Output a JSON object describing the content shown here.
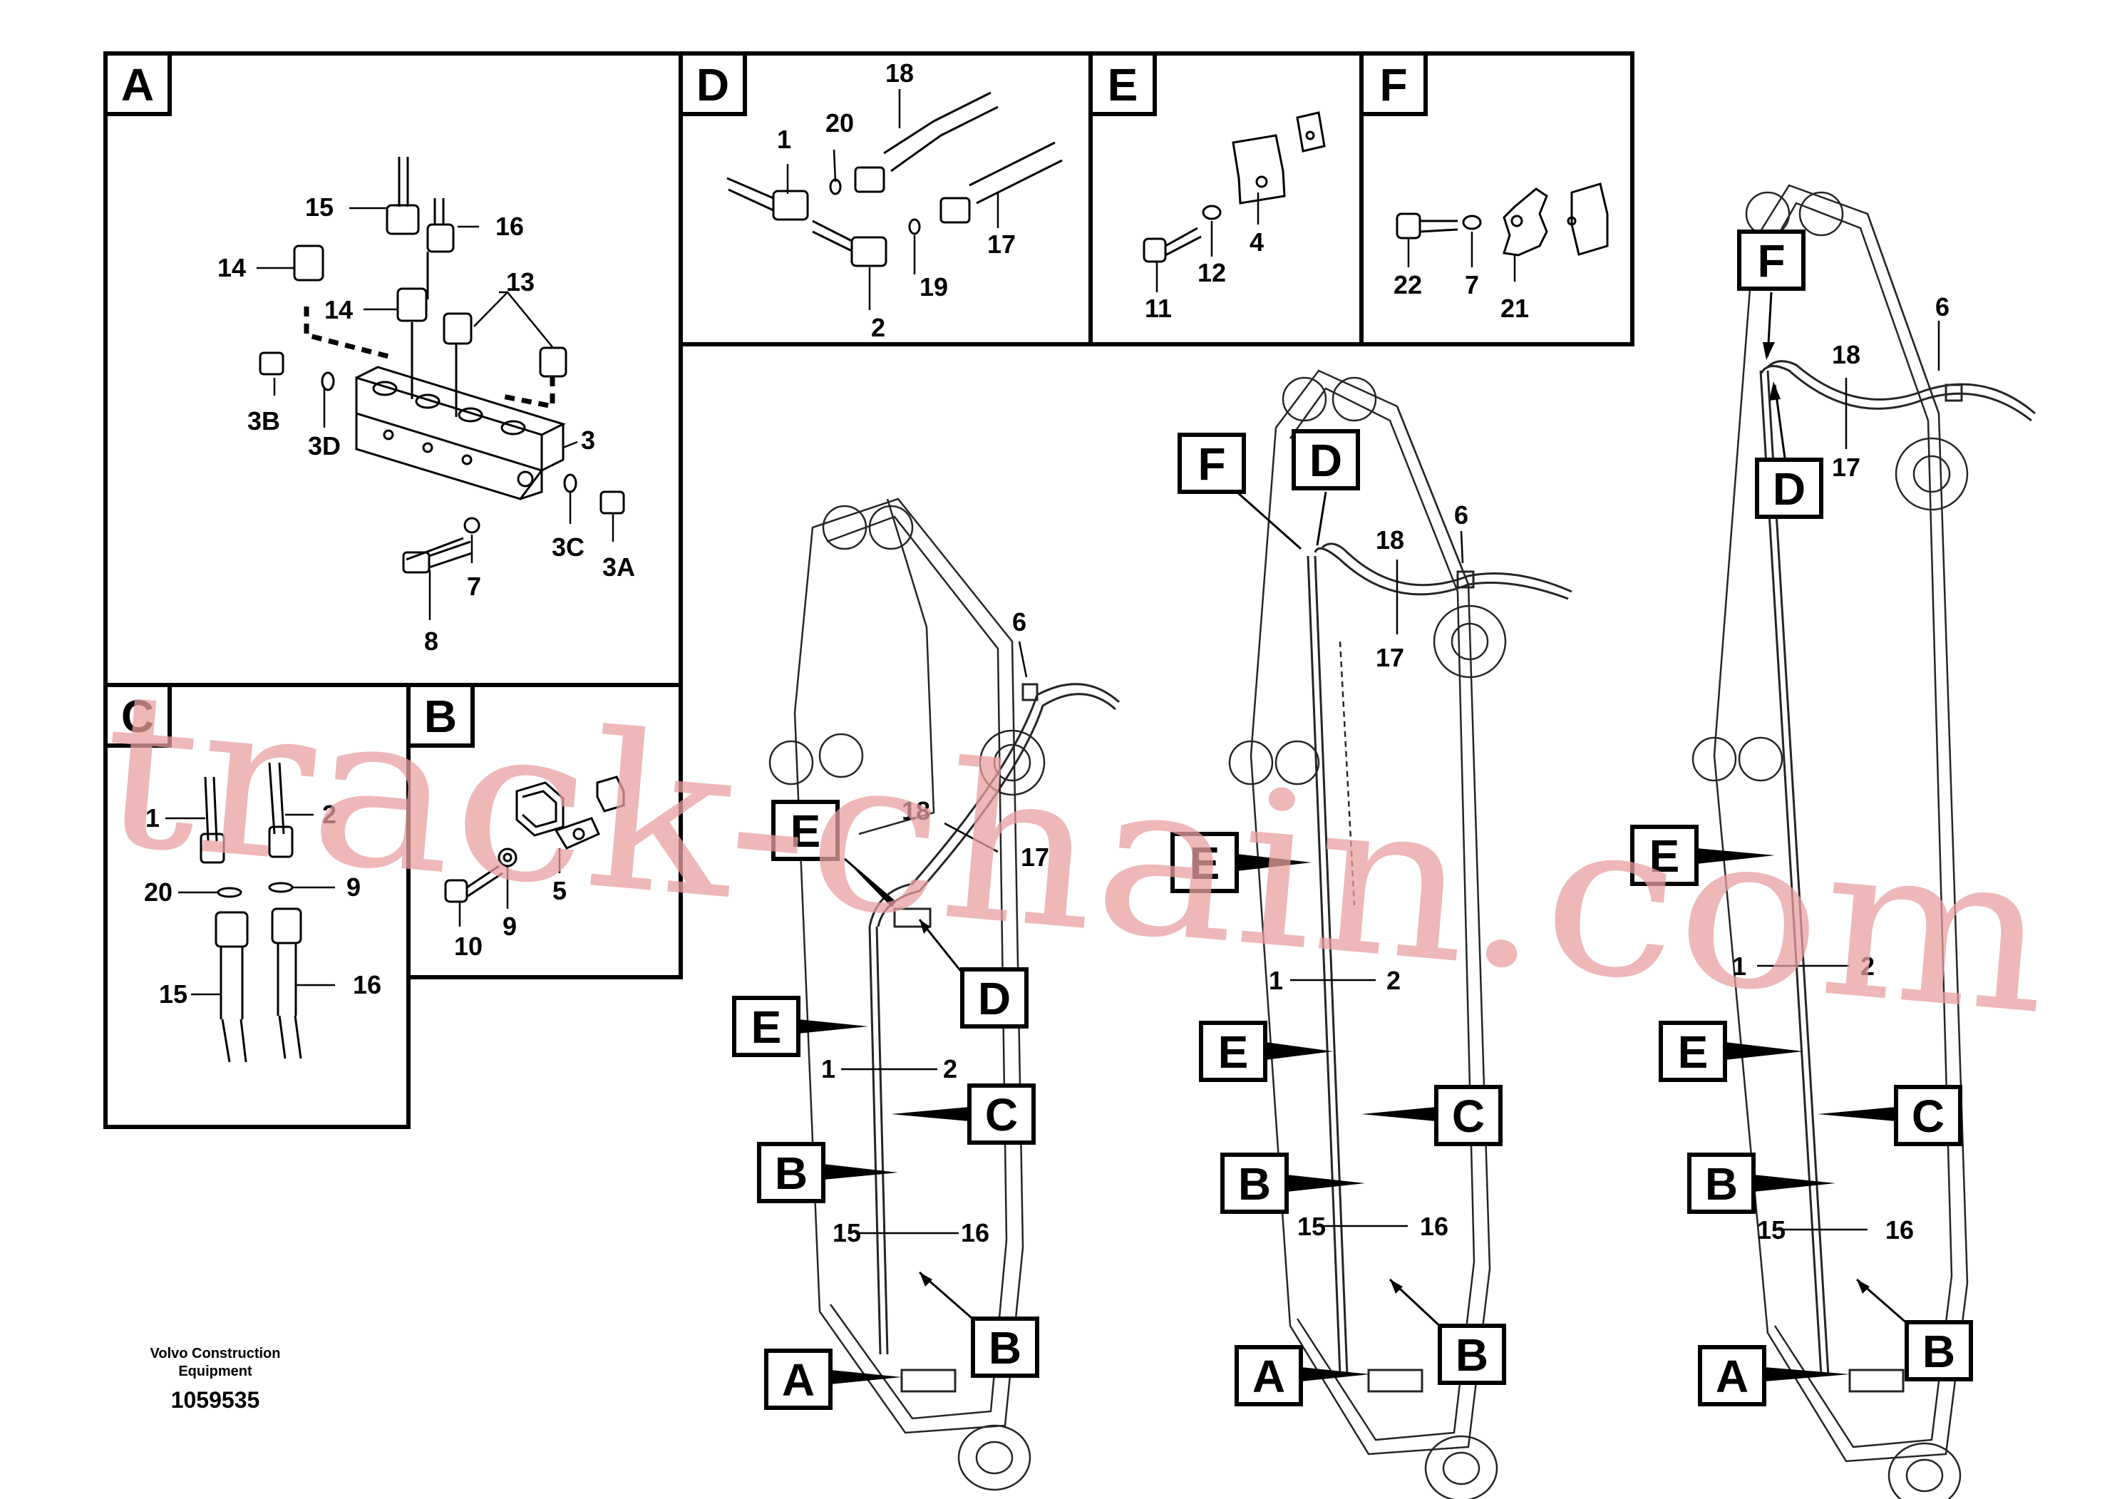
{
  "panels": [
    {
      "id": "A",
      "label": "A"
    },
    {
      "id": "D",
      "label": "D"
    },
    {
      "id": "E",
      "label": "E"
    },
    {
      "id": "F",
      "label": "F"
    },
    {
      "id": "C",
      "label": "C"
    },
    {
      "id": "B",
      "label": "B"
    }
  ],
  "part_numbers": {
    "p1": "1",
    "p2": "2",
    "p3": "3",
    "p3A": "3A",
    "p3B": "3B",
    "p3C": "3C",
    "p3D": "3D",
    "p4": "4",
    "p5": "5",
    "p6": "6",
    "p7": "7",
    "p8": "8",
    "p9": "9",
    "p10": "10",
    "p11": "11",
    "p12": "12",
    "p13": "13",
    "p14": "14",
    "p15": "15",
    "p16": "16",
    "p17": "17",
    "p18": "18",
    "p19": "19",
    "p20": "20",
    "p21": "21",
    "p22": "22"
  },
  "callouts": {
    "A": "A",
    "B": "B",
    "C": "C",
    "D": "D",
    "E": "E",
    "F": "F"
  },
  "credit": {
    "line1": "Volvo Construction",
    "line2": "Equipment",
    "drawing_number": "1059535"
  },
  "watermark": "track-chain.com",
  "colors": {
    "line": "#000000",
    "watermark": "#e8a0a0",
    "background": "#ffffff"
  }
}
